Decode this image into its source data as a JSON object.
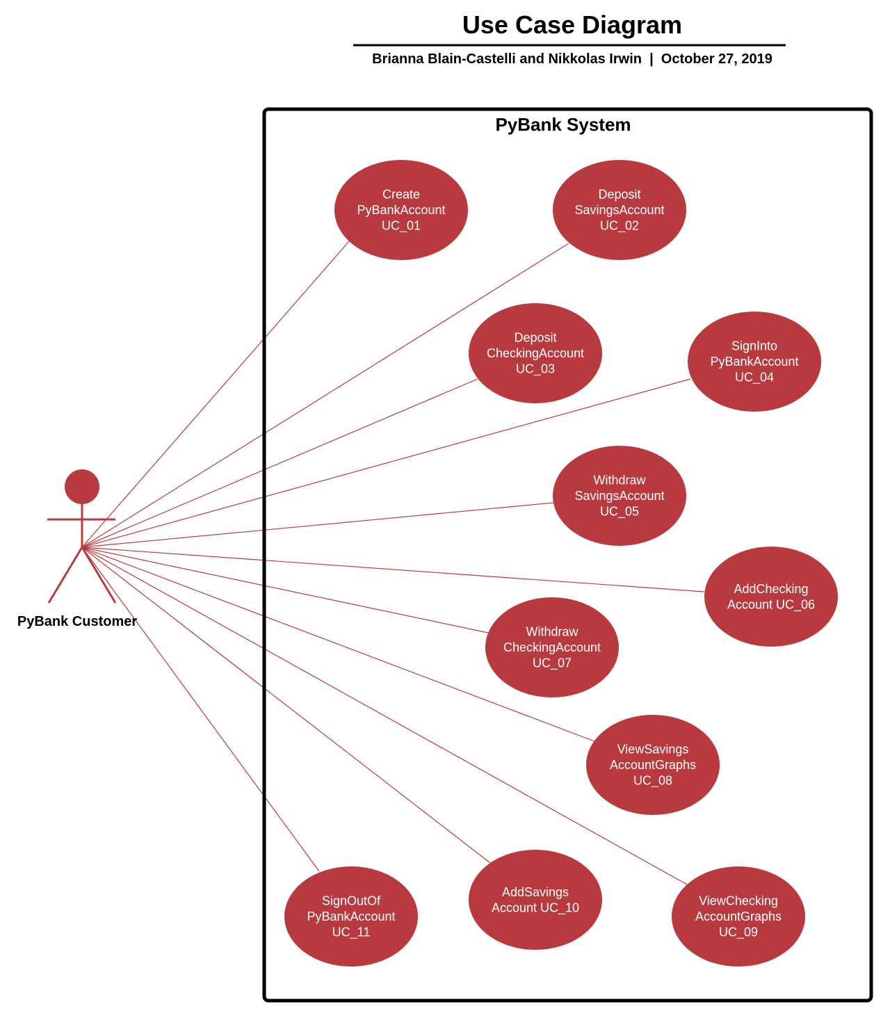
{
  "header": {
    "title": "Use Case Diagram",
    "subtitle": "Brianna Blain-Castelli and Nikkolas Irwin  |  October 27, 2019"
  },
  "system": {
    "label": "PyBank System"
  },
  "actor": {
    "label": "PyBank Customer"
  },
  "colors": {
    "accent": "#b83a3f",
    "border": "#000000",
    "text_light": "#ffffff"
  },
  "use_cases": [
    {
      "id": "uc-01",
      "lines": [
        "Create",
        "PyBankAccount",
        "UC_01"
      ]
    },
    {
      "id": "uc-02",
      "lines": [
        "Deposit",
        "SavingsAccount",
        "UC_02"
      ]
    },
    {
      "id": "uc-03",
      "lines": [
        "Deposit",
        "CheckingAccount",
        "UC_03"
      ]
    },
    {
      "id": "uc-04",
      "lines": [
        "SignInto",
        "PyBankAccount",
        "UC_04"
      ]
    },
    {
      "id": "uc-05",
      "lines": [
        "Withdraw",
        "SavingsAccount",
        "UC_05"
      ]
    },
    {
      "id": "uc-06",
      "lines": [
        "AddChecking",
        "Account UC_06"
      ]
    },
    {
      "id": "uc-07",
      "lines": [
        "Withdraw",
        "CheckingAccount",
        "UC_07"
      ]
    },
    {
      "id": "uc-08",
      "lines": [
        "ViewSavings",
        "AccountGraphs",
        "UC_08"
      ]
    },
    {
      "id": "uc-09",
      "lines": [
        "ViewChecking",
        "AccountGraphs",
        "UC_09"
      ]
    },
    {
      "id": "uc-10",
      "lines": [
        "AddSavings",
        "Account UC_10"
      ]
    },
    {
      "id": "uc-11",
      "lines": [
        "SignOutOf",
        "PyBankAccount",
        "UC_11"
      ]
    }
  ]
}
